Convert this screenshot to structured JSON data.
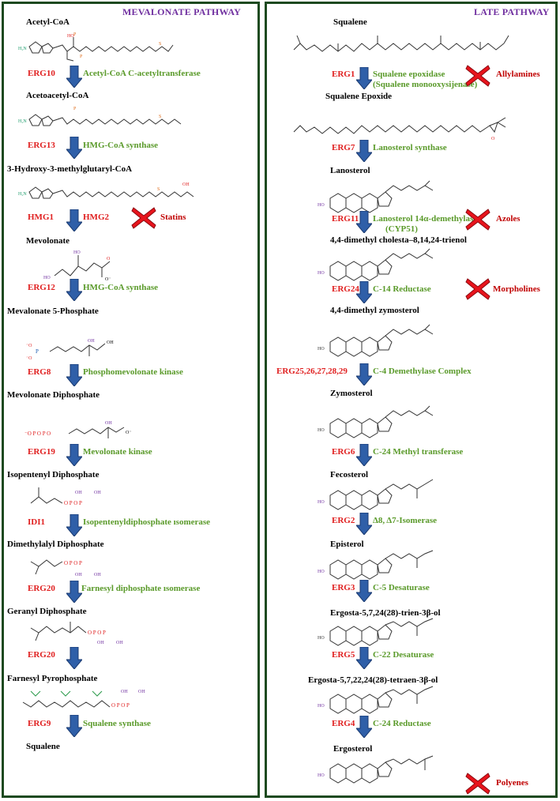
{
  "left": {
    "title": "MEVALONATE PATHWAY",
    "metabolites": [
      "Acetyl-CoA",
      "Acetoacetyl-CoA",
      "3-Hydroxy-3-methylglutaryl-CoA",
      "Mevolonate",
      "Mevalonate 5-Phosphate",
      "Mevolonate Diphosphate",
      "Isopentenyl Diphosphate",
      "Dimethylalyl Diphosphate",
      "Geranyl Diphosphate",
      "Farnesyl Pyrophosphate",
      "Squalene"
    ],
    "steps": [
      {
        "gene": "ERG10",
        "enzyme": "Acetyl-CoA C-acetyltransferase"
      },
      {
        "gene": "ERG13",
        "enzyme": "HMG-CoA synthase"
      },
      {
        "gene": "HMG1",
        "gene2": "HMG2",
        "enzyme": ""
      },
      {
        "gene": "ERG12",
        "enzyme": "HMG-CoA synthase"
      },
      {
        "gene": "ERG8",
        "enzyme": "Phosphomevolonate kinase"
      },
      {
        "gene": "ERG19",
        "enzyme": "Mevolonate kinase"
      },
      {
        "gene": "IDI1",
        "enzyme": "Isopentenyldiphosphate ısomerase"
      },
      {
        "gene": "ERG20",
        "enzyme": "Farnesyl diphosphate ısomerase"
      },
      {
        "gene": "ERG20",
        "enzyme": ""
      },
      {
        "gene": "ERG9",
        "enzyme": "Squalene synthase"
      }
    ],
    "drugs": {
      "statins": "Statins"
    }
  },
  "right": {
    "title": "LATE PATHWAY",
    "metabolites": [
      "Squalene",
      "Squalene Epoxide",
      "Lanosterol",
      "4,4-dimethyl cholesta–8,14,24-trienol",
      "4,4-dimethyl zymosterol",
      "Zymosterol",
      "Fecosterol",
      "Episterol",
      "Ergosta-5,7,24(28)-trien-3β-ol",
      "Ergosta-5,7,22,24(28)-tetraen-3β-ol",
      "Ergosterol"
    ],
    "steps": [
      {
        "gene": "ERG1",
        "enzyme": "Squalene epoxidase",
        "enzyme2": "(Squalene monooxysijenase)"
      },
      {
        "gene": "ERG7",
        "enzyme": "Lanosterol synthase"
      },
      {
        "gene": "ERG11",
        "enzyme": "Lanosterol 14α-demethylase",
        "enzyme2": "(CYP51)"
      },
      {
        "gene": "ERG24",
        "enzyme": "C-14 Reductase"
      },
      {
        "gene": "ERG25,26,27,28,29",
        "enzyme": "C-4 Demethylase Complex"
      },
      {
        "gene": "ERG6",
        "enzyme": "C-24 Methyl transferase"
      },
      {
        "gene": "ERG2",
        "enzyme": "Δ8, Δ7-Isomerase"
      },
      {
        "gene": "ERG3",
        "enzyme": "C-5 Desaturase"
      },
      {
        "gene": "ERG5",
        "enzyme": "C-22 Desaturase"
      },
      {
        "gene": "ERG4",
        "enzyme": "C-24 Reductase"
      }
    ],
    "drugs": {
      "allylamines": "Allylamines",
      "azoles": "Azoles",
      "morpholines": "Morpholines",
      "polyenes": "Polyenes"
    }
  },
  "colors": {
    "border": "#1e4a20",
    "title": "#7030a0",
    "gene": "#e02020",
    "enzyme": "#5a9a2a",
    "drug": "#c00000",
    "arrow": "#2f5fa8",
    "x_mark": "#e8141c",
    "atom_o": "#e02020",
    "atom_p": "#e07020",
    "atom_n": "#1a9a6a"
  }
}
